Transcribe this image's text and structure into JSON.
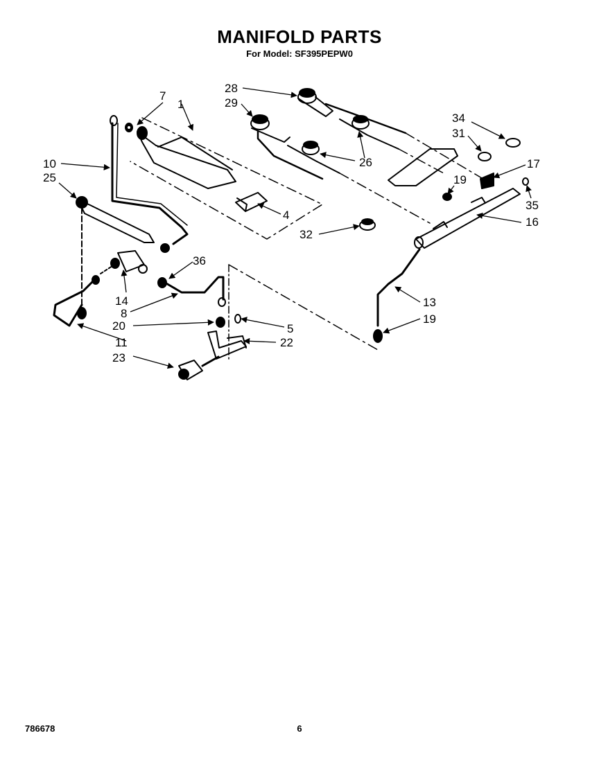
{
  "header": {
    "title": "MANIFOLD PARTS",
    "subtitle": "For Model: SF395PEPW0"
  },
  "callouts": [
    {
      "id": "c7",
      "label": "7"
    },
    {
      "id": "c1",
      "label": "1"
    },
    {
      "id": "c28",
      "label": "28"
    },
    {
      "id": "c29",
      "label": "29"
    },
    {
      "id": "c34",
      "label": "34"
    },
    {
      "id": "c31",
      "label": "31"
    },
    {
      "id": "c17",
      "label": "17"
    },
    {
      "id": "c10",
      "label": "10"
    },
    {
      "id": "c25",
      "label": "25"
    },
    {
      "id": "c26",
      "label": "26"
    },
    {
      "id": "c19a",
      "label": "19"
    },
    {
      "id": "c35",
      "label": "35"
    },
    {
      "id": "c4",
      "label": "4"
    },
    {
      "id": "c16",
      "label": "16"
    },
    {
      "id": "c32",
      "label": "32"
    },
    {
      "id": "c36",
      "label": "36"
    },
    {
      "id": "c14",
      "label": "14"
    },
    {
      "id": "c8",
      "label": "8"
    },
    {
      "id": "c13",
      "label": "13"
    },
    {
      "id": "c19b",
      "label": "19"
    },
    {
      "id": "c20",
      "label": "20"
    },
    {
      "id": "c5",
      "label": "5"
    },
    {
      "id": "c11",
      "label": "11"
    },
    {
      "id": "c22",
      "label": "22"
    },
    {
      "id": "c23",
      "label": "23"
    }
  ],
  "footer": {
    "doc_number": "786678",
    "page_number": "6"
  }
}
